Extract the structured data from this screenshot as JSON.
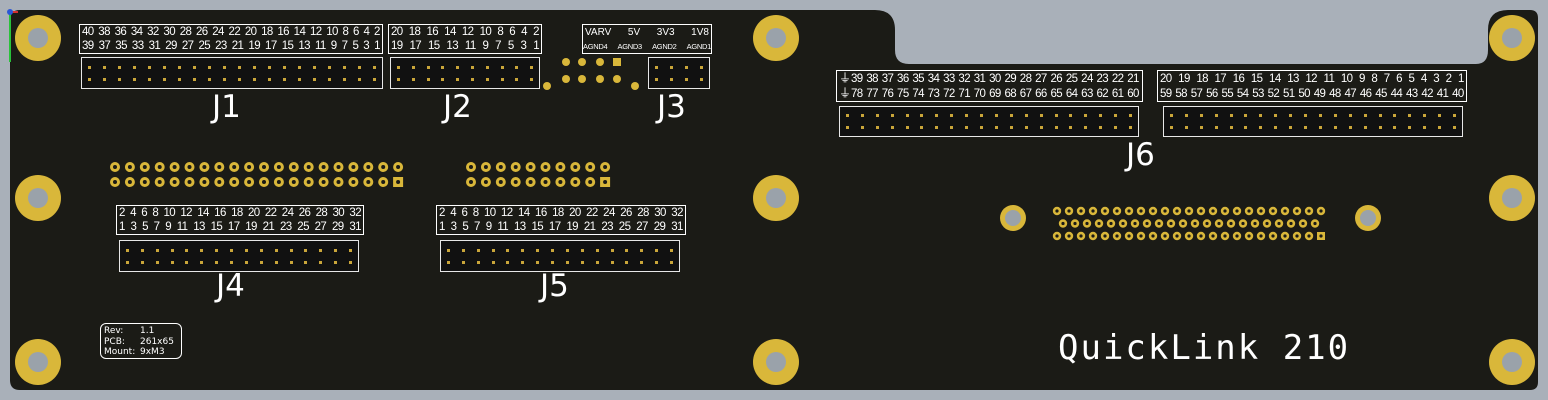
{
  "board": {
    "product_name": "QuickLink 210",
    "colors": {
      "solder_mask": "#1b1b16",
      "background": "#a9b0b9",
      "pad_gold": "#d9b73a",
      "silkscreen": "#ffffff",
      "hole": "#9aa2aa"
    }
  },
  "info": {
    "rev_label": "Rev:",
    "rev_value": "1.1",
    "pcb_label": "PCB:",
    "pcb_value": "261x65",
    "mount_label": "Mount:",
    "mount_value": "9xM3"
  },
  "connectors": {
    "j1": {
      "ref": "J1",
      "top_row": [
        "40",
        "38",
        "36",
        "34",
        "32",
        "30",
        "28",
        "26",
        "24",
        "22",
        "20",
        "18",
        "16",
        "14",
        "12",
        "10",
        "8",
        "6",
        "4",
        "2"
      ],
      "bottom_row": [
        "39",
        "37",
        "35",
        "33",
        "31",
        "29",
        "27",
        "25",
        "23",
        "21",
        "19",
        "17",
        "15",
        "13",
        "11",
        "9",
        "7",
        "5",
        "3",
        "1"
      ]
    },
    "j2": {
      "ref": "J2",
      "top_row": [
        "20",
        "18",
        "16",
        "14",
        "12",
        "10",
        "8",
        "6",
        "4",
        "2"
      ],
      "bottom_row": [
        "19",
        "17",
        "15",
        "13",
        "11",
        "9",
        "7",
        "5",
        "3",
        "1"
      ]
    },
    "j3": {
      "ref": "J3",
      "top_row": [
        "VARV",
        "5V",
        "3V3",
        "1V8"
      ],
      "bottom_row": [
        "AGND4",
        "AGND3",
        "AGND2",
        "AGND1"
      ]
    },
    "j4": {
      "ref": "J4",
      "top_row": [
        "2",
        "4",
        "6",
        "8",
        "10",
        "12",
        "14",
        "16",
        "18",
        "20",
        "22",
        "24",
        "26",
        "28",
        "30",
        "32"
      ],
      "bottom_row": [
        "1",
        "3",
        "5",
        "7",
        "9",
        "11",
        "13",
        "15",
        "17",
        "19",
        "21",
        "23",
        "25",
        "27",
        "29",
        "31"
      ]
    },
    "j5": {
      "ref": "J5",
      "top_row": [
        "2",
        "4",
        "6",
        "8",
        "10",
        "12",
        "14",
        "16",
        "18",
        "20",
        "22",
        "24",
        "26",
        "28",
        "30",
        "32"
      ],
      "bottom_row": [
        "1",
        "3",
        "5",
        "7",
        "9",
        "11",
        "13",
        "15",
        "17",
        "19",
        "21",
        "23",
        "25",
        "27",
        "29",
        "31"
      ]
    },
    "j6": {
      "ref": "J6",
      "left_top": [
        "39",
        "38",
        "37",
        "36",
        "35",
        "34",
        "33",
        "32",
        "31",
        "30",
        "29",
        "28",
        "27",
        "26",
        "25",
        "24",
        "23",
        "22",
        "21"
      ],
      "left_bottom": [
        "78",
        "77",
        "76",
        "75",
        "74",
        "73",
        "72",
        "71",
        "70",
        "69",
        "68",
        "67",
        "66",
        "65",
        "64",
        "63",
        "62",
        "61",
        "60"
      ],
      "right_top": [
        "20",
        "19",
        "18",
        "17",
        "16",
        "15",
        "14",
        "13",
        "12",
        "11",
        "10",
        "9",
        "8",
        "7",
        "6",
        "5",
        "4",
        "3",
        "2",
        "1"
      ],
      "right_bottom": [
        "59",
        "58",
        "57",
        "56",
        "55",
        "54",
        "53",
        "52",
        "51",
        "50",
        "49",
        "48",
        "47",
        "46",
        "45",
        "44",
        "43",
        "42",
        "41",
        "40"
      ]
    }
  }
}
